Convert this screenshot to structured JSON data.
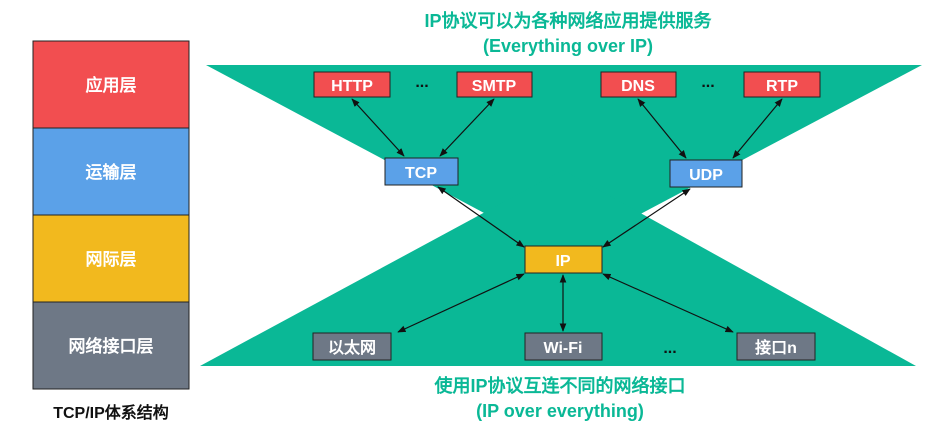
{
  "colors": {
    "teal": "#0ab896",
    "app": "#f24e50",
    "transport": "#5ba1e8",
    "internet": "#f2b91e",
    "link": "#6e7886"
  },
  "layers": [
    "应用层",
    "运输层",
    "网际层",
    "网络接口层"
  ],
  "stack_caption": "TCP/IP体系结构",
  "top_title": "IP协议可以为各种网络应用提供服务",
  "top_subtitle": "(Everything over IP)",
  "bottom_title": "使用IP协议互连不同的网络接口",
  "bottom_subtitle": "(IP over everything)",
  "apps": [
    "HTTP",
    "SMTP",
    "DNS",
    "RTP"
  ],
  "ellipsis": "...",
  "transport": [
    "TCP",
    "UDP"
  ],
  "ip": "IP",
  "links": [
    "以太网",
    "Wi-Fi",
    "接口n"
  ]
}
